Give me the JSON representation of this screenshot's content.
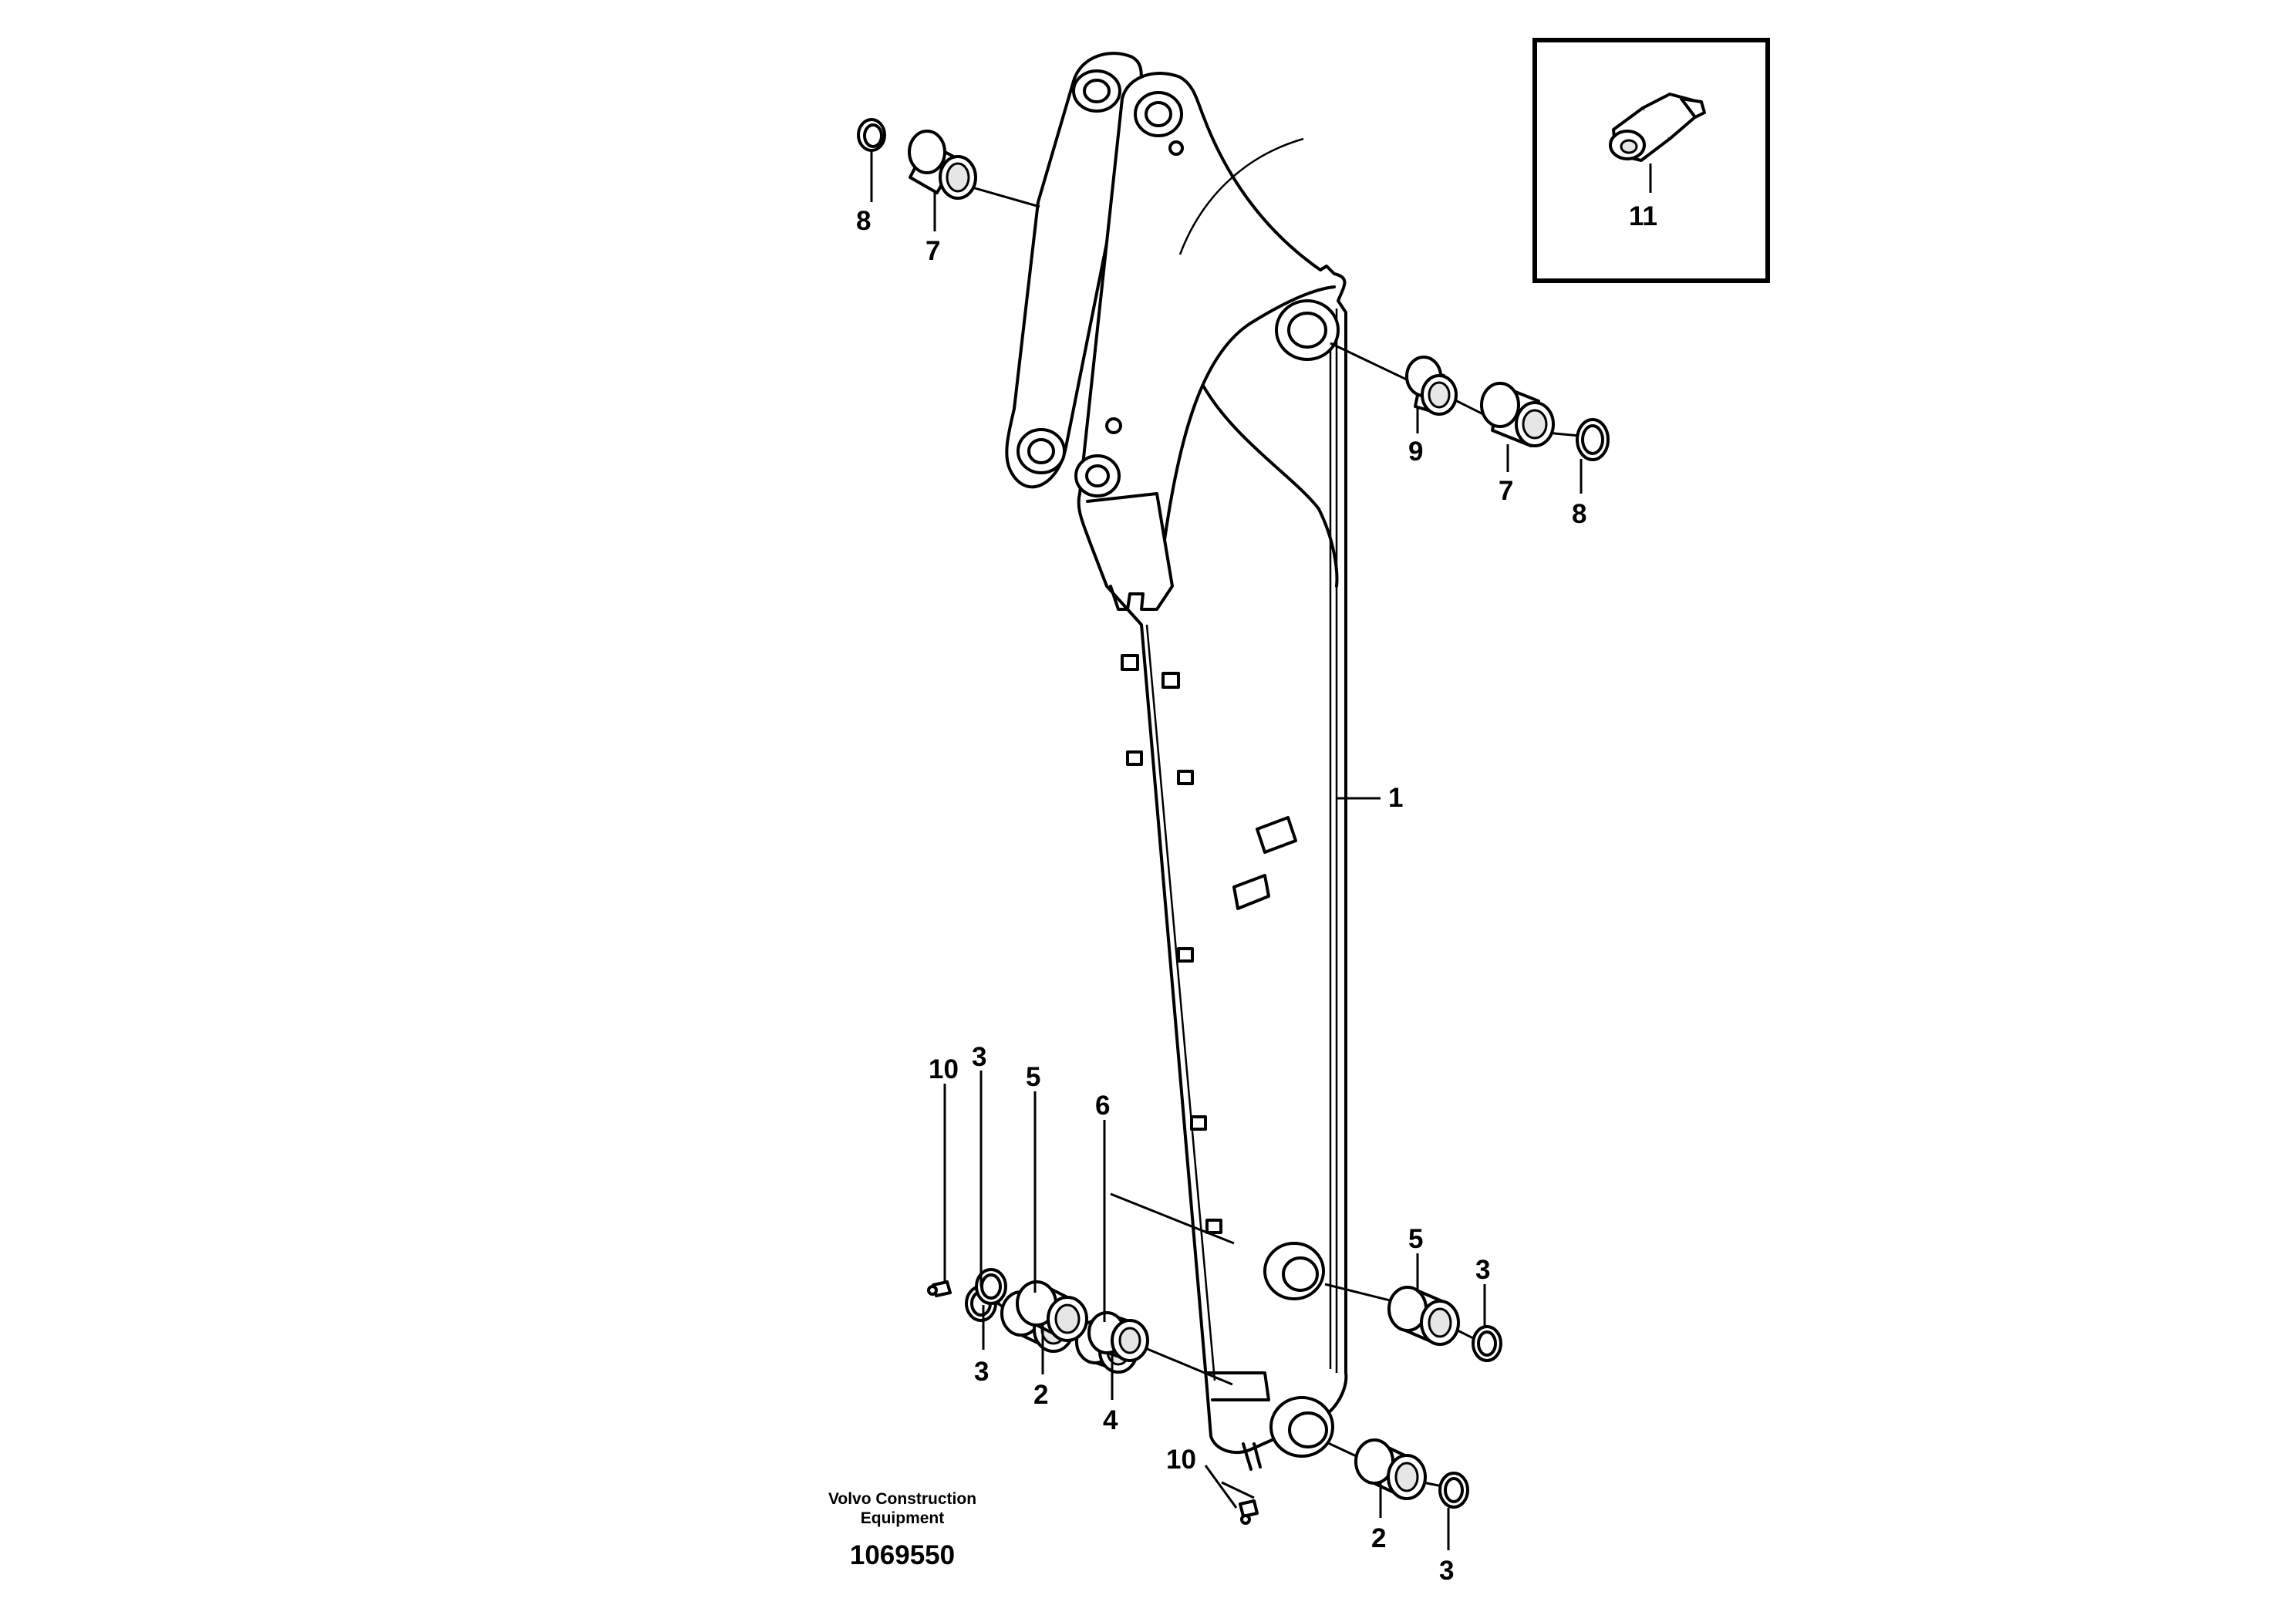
{
  "callouts": {
    "c1": "1",
    "c2a": "2",
    "c2b": "2",
    "c3a": "3",
    "c3b": "3",
    "c3c": "3",
    "c3d": "3",
    "c4": "4",
    "c5a": "5",
    "c5b": "5",
    "c6": "6",
    "c7a": "7",
    "c7b": "7",
    "c8a": "8",
    "c8b": "8",
    "c9": "9",
    "c10a": "10",
    "c10b": "10",
    "c11": "11"
  },
  "caption": {
    "line1": "Volvo Construction",
    "line2": "Equipment",
    "number": "1069550"
  }
}
